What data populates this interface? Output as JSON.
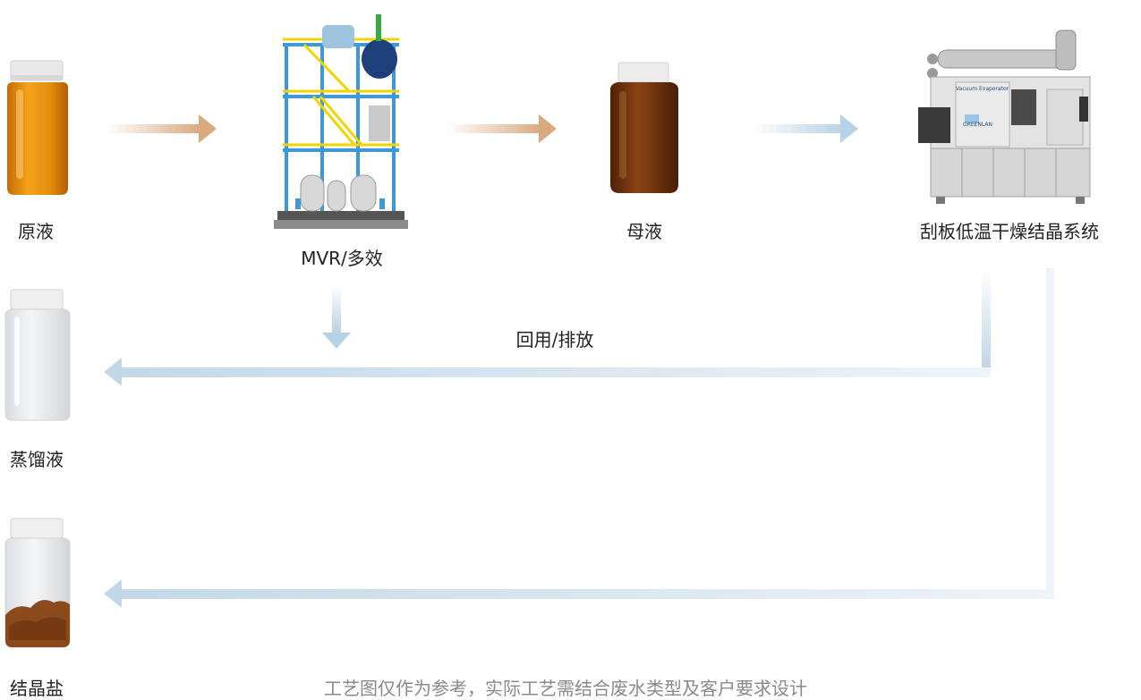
{
  "nodes": {
    "raw_liquid": "原液",
    "mvr": "MVR/多效",
    "mother_liquor": "母液",
    "scraper_system": "刮板低温干燥结晶系统",
    "distillate": "蒸馏液",
    "crystal_salt": "结晶盐"
  },
  "flow": {
    "reuse_label": "回用/排放"
  },
  "machine": {
    "title": "Vacuum Evaporator",
    "brand": "GREENLAN"
  },
  "footer": {
    "note": "工艺图仅作为参考，实际工艺需结合废水类型及客户要求设计"
  },
  "colors": {
    "amber": "#e08a14",
    "dark_brown": "#6e3410",
    "tan_arrow": "#d9a980",
    "blue_arrow": "#b9d2e3",
    "frame_blue": "#3d9ad6",
    "walkway_yellow": "#f2d400"
  }
}
